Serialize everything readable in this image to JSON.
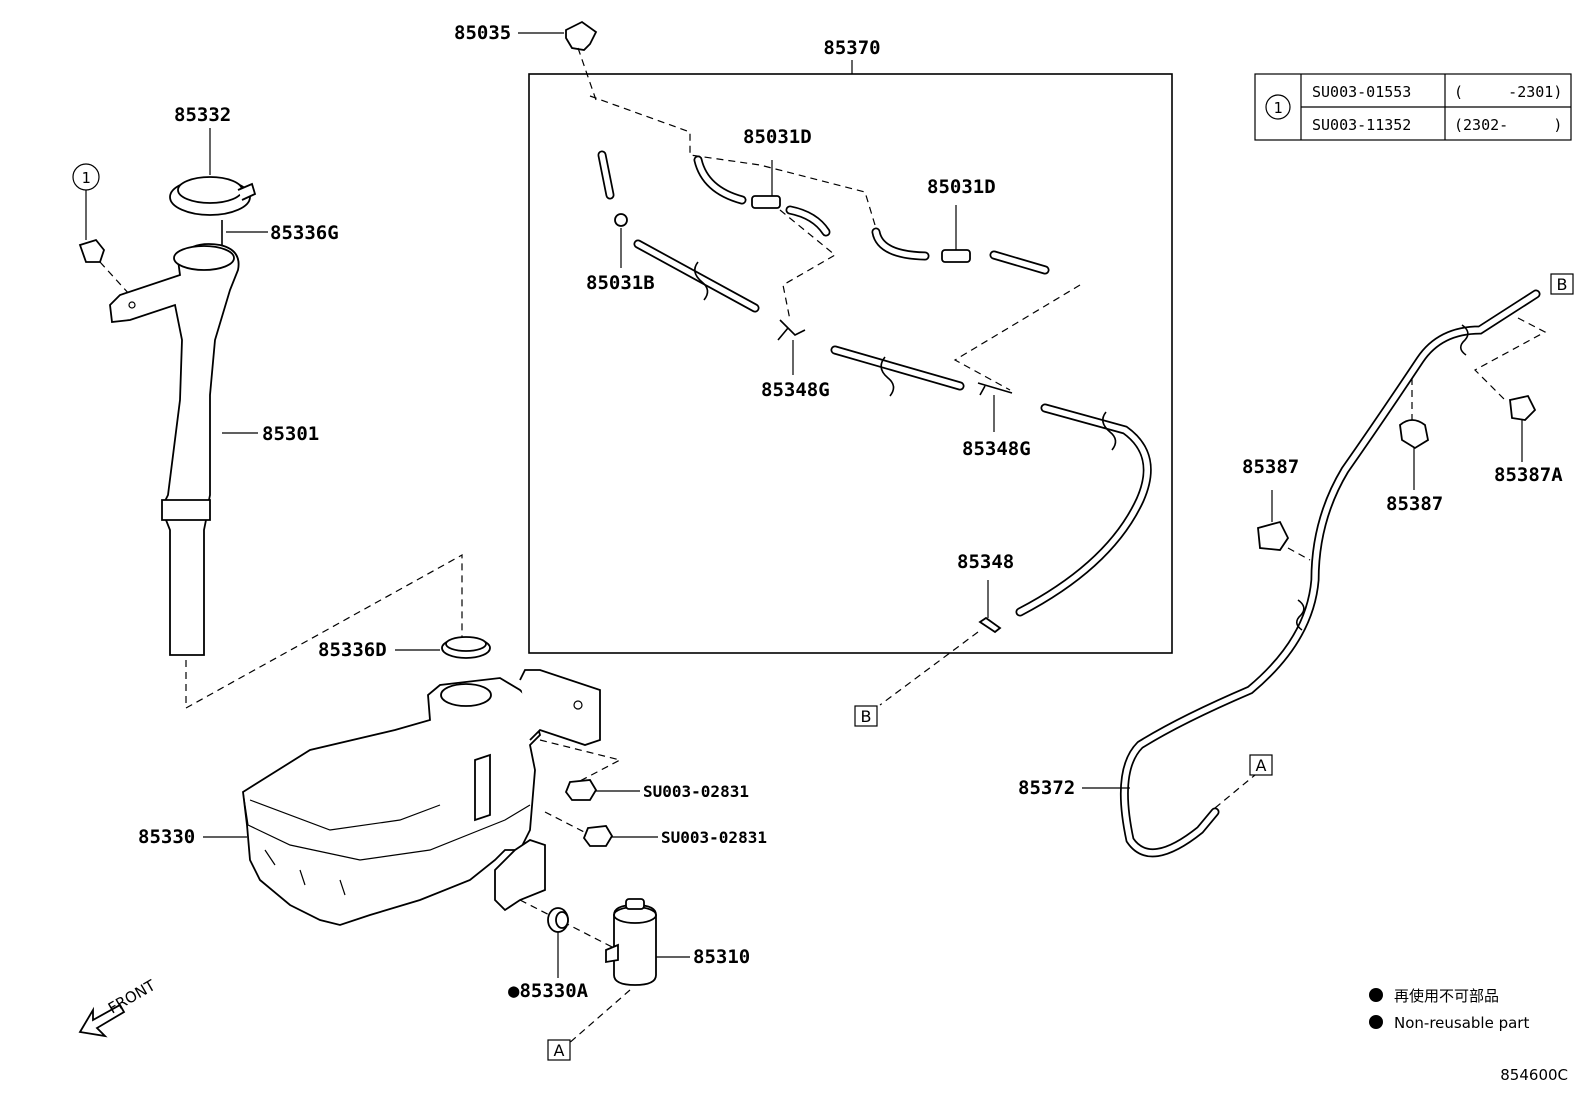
{
  "labels": {
    "p85035": "85035",
    "p85370": "85370",
    "p85332": "85332",
    "p85336G": "85336G",
    "p85031D_a": "85031D",
    "p85031D_b": "85031D",
    "p85031B": "85031B",
    "p85301": "85301",
    "p85348G_a": "85348G",
    "p85348G_b": "85348G",
    "p85348": "85348",
    "p85336D": "85336D",
    "p85330": "85330",
    "su_a": "SU003-02831",
    "su_b": "SU003-02831",
    "p85310": "85310",
    "p85330A": "●85330A",
    "p85387_a": "85387",
    "p85387_b": "85387",
    "p85387A": "85387A",
    "p85372": "85372",
    "front": "FRONT",
    "circle1": "1",
    "boxA": "A",
    "boxB": "B"
  },
  "table": {
    "marker": "1",
    "rows": [
      {
        "part": "SU003-01553",
        "range": "(     -2301)"
      },
      {
        "part": "SU003-11352",
        "range": "(2302-     )"
      }
    ]
  },
  "legend": {
    "line1": "再使用不可部品",
    "line2": "Non-reusable part"
  },
  "diagram_code": "854600C"
}
